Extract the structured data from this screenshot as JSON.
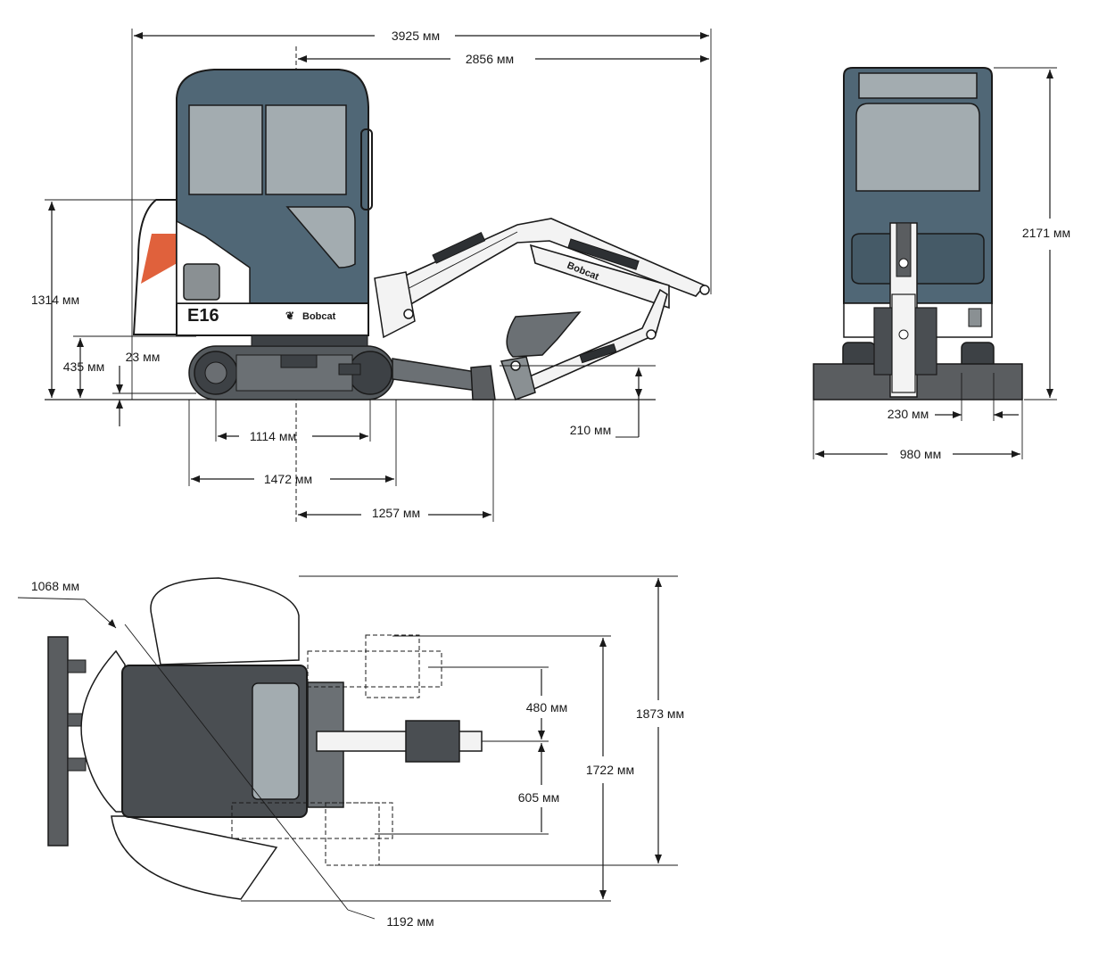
{
  "model": "E16",
  "brand": "Bobcat",
  "colors": {
    "body": "#506776",
    "glass": "#a3acb0",
    "accent": "#e0613c",
    "track": "#555a5e"
  },
  "dimensions": {
    "overall_length": "3925 мм",
    "front_length": "2856 мм",
    "rear_height": "1314 мм",
    "track_height": "435 мм",
    "ground_clearance": "23 мм",
    "tumbler_distance": "1114 мм",
    "track_length": "1472 мм",
    "blade_reach": "1257 мм",
    "blade_height": "210 мм",
    "overall_height": "2171 мм",
    "track_width": "230 мм",
    "overall_width": "980 мм",
    "tail_swing": "1068 мм",
    "front_swing": "1192 мм",
    "offset_left": "480 мм",
    "offset_right": "605 мм",
    "width_expanded": "1873 мм",
    "width_offset": "1722 мм"
  }
}
